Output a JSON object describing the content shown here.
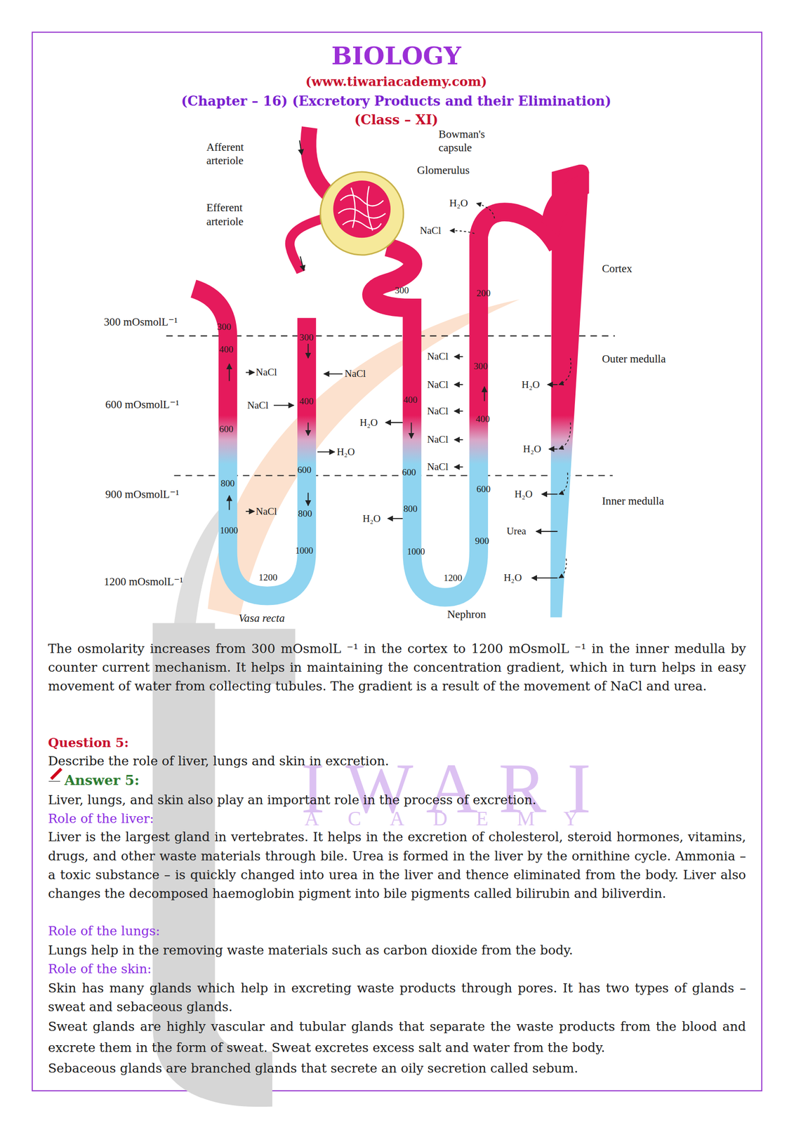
{
  "diagram": {
    "title": "BIOLOGY",
    "labels": [
      "(www.tiwariacademy.com)",
      "(Chapter – 16) (Excretory Products and their Elimination)",
      "(Class – XI)",
      "Afferent arteriole",
      "Bowman's capsule",
      "Glomerulus",
      "Efferent arteriole",
      "H₂O",
      "NaCl",
      "Cortex",
      "300 mOsmolL⁻¹",
      "Outer medulla",
      "600 mOsmolL⁻¹",
      "900 mOsmolL⁻¹",
      "Inner medulla",
      "1200 mOsmolL⁻¹",
      "Vasa recta",
      "Nephron",
      "300",
      "400",
      "600",
      "800",
      "1000",
      "1200",
      "300",
      "400",
      "600",
      "800",
      "1000",
      "NaCl",
      "NaCl",
      "NaCl",
      "H₂O",
      "NaCl",
      "300",
      "200",
      "300",
      "400",
      "400",
      "600",
      "600",
      "800",
      "900",
      "1000",
      "1200",
      "NaCl",
      "NaCl",
      "NaCl",
      "NaCl",
      "NaCl",
      "H₂O",
      "H₂O",
      "H₂O",
      "H₂O",
      "H₂O",
      "Urea",
      "H₂O",
      "The osmolarity increases from 300 mOsmolL ⁻¹ in the cortex to 1200 mOsmolL ⁻¹ in the inner medulla by counter current mechanism. It helps in maintaining the concentration gradient, which in turn helps in easy movement of water from collecting tubules. The gradient is a result of the movement of NaCl and urea.",
      "Question 5:",
      "Describe the role of liver, lungs and skin in excretion.",
      "Answer 5:",
      "Liver, lungs, and skin also play an important role in the process of excretion.",
      "Role of the liver:",
      "Liver is the largest gland in vertebrates. It helps in the excretion of cholesterol, steroid hormones, vitamins, drugs, and other waste materials through bile. Urea is formed in the liver by the ornithine cycle. Ammonia – a toxic substance – is quickly changed into urea in the liver and thence eliminated from the body. Liver also changes the decomposed haemoglobin pigment into bile pigments called bilirubin and biliverdin.",
      "Role of the lungs:",
      "Lungs help in the removing waste materials such as carbon dioxide from the body.",
      "Role of the skin:",
      "Skin has many glands which help in excreting waste products through pores. It has two types of glands – sweat and sebaceous glands.",
      "Sweat glands are highly vascular and tubular glands that separate the waste products from the blood and excrete them in the form of sweat. Sweat excretes excess salt and water from the body.",
      "Sebaceous glands are branched glands that secrete an oily secretion called sebum.",
      "IWARI",
      "ACADEMY"
    ]
  }
}
